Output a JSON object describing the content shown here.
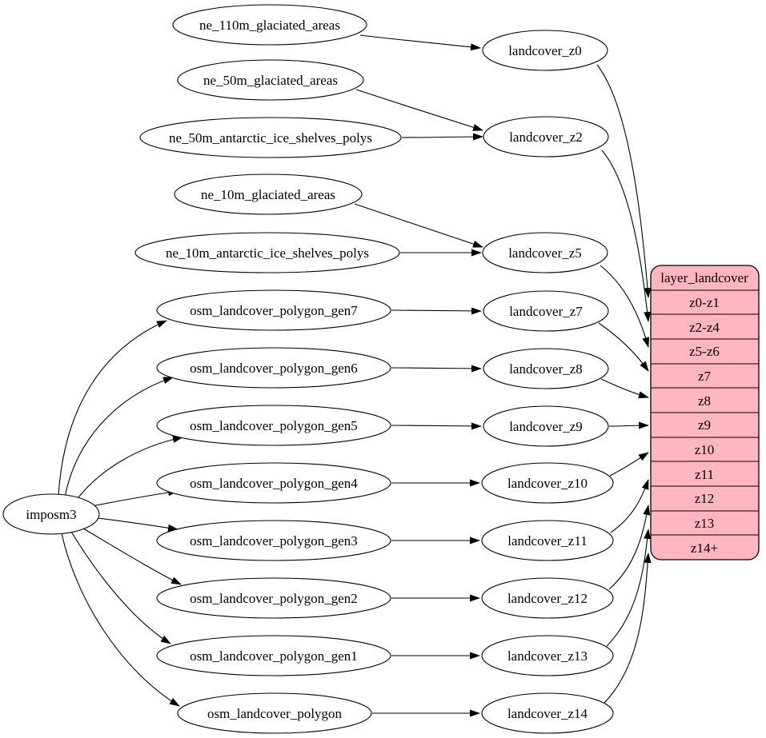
{
  "diagram": {
    "kind": "dataflow-graph",
    "background": "#ffffff",
    "node_fill": "#ffffff",
    "node_stroke": "#000000",
    "edge_color": "#000000"
  },
  "nodes": {
    "imposm3": "imposm3",
    "ne_110m_glaciated_areas": "ne_110m_glaciated_areas",
    "ne_50m_glaciated_areas": "ne_50m_glaciated_areas",
    "ne_50m_antarctic_ice_shelves_polys": "ne_50m_antarctic_ice_shelves_polys",
    "ne_10m_glaciated_areas": "ne_10m_glaciated_areas",
    "ne_10m_antarctic_ice_shelves_polys": "ne_10m_antarctic_ice_shelves_polys",
    "osm_landcover_polygon_gen7": "osm_landcover_polygon_gen7",
    "osm_landcover_polygon_gen6": "osm_landcover_polygon_gen6",
    "osm_landcover_polygon_gen5": "osm_landcover_polygon_gen5",
    "osm_landcover_polygon_gen4": "osm_landcover_polygon_gen4",
    "osm_landcover_polygon_gen3": "osm_landcover_polygon_gen3",
    "osm_landcover_polygon_gen2": "osm_landcover_polygon_gen2",
    "osm_landcover_polygon_gen1": "osm_landcover_polygon_gen1",
    "osm_landcover_polygon": "osm_landcover_polygon",
    "landcover_z0": "landcover_z0",
    "landcover_z2": "landcover_z2",
    "landcover_z5": "landcover_z5",
    "landcover_z7": "landcover_z7",
    "landcover_z8": "landcover_z8",
    "landcover_z9": "landcover_z9",
    "landcover_z10": "landcover_z10",
    "landcover_z11": "landcover_z11",
    "landcover_z12": "landcover_z12",
    "landcover_z13": "landcover_z13",
    "landcover_z14": "landcover_z14"
  },
  "table": {
    "title": "layer_landcover",
    "fill": "#ffb6c1",
    "stroke": "#000000",
    "rows": [
      "z0-z1",
      "z2-z4",
      "z5-z6",
      "z7",
      "z8",
      "z9",
      "z10",
      "z11",
      "z12",
      "z13",
      "z14+"
    ]
  },
  "edges": [
    "imposm3 -> osm_landcover_polygon_gen7",
    "imposm3 -> osm_landcover_polygon_gen6",
    "imposm3 -> osm_landcover_polygon_gen5",
    "imposm3 -> osm_landcover_polygon_gen4",
    "imposm3 -> osm_landcover_polygon_gen3",
    "imposm3 -> osm_landcover_polygon_gen2",
    "imposm3 -> osm_landcover_polygon_gen1",
    "imposm3 -> osm_landcover_polygon",
    "ne_110m_glaciated_areas -> landcover_z0",
    "ne_50m_glaciated_areas -> landcover_z2",
    "ne_50m_antarctic_ice_shelves_polys -> landcover_z2",
    "ne_10m_glaciated_areas -> landcover_z5",
    "ne_10m_antarctic_ice_shelves_polys -> landcover_z5",
    "osm_landcover_polygon_gen7 -> landcover_z7",
    "osm_landcover_polygon_gen6 -> landcover_z8",
    "osm_landcover_polygon_gen5 -> landcover_z9",
    "osm_landcover_polygon_gen4 -> landcover_z10",
    "osm_landcover_polygon_gen3 -> landcover_z11",
    "osm_landcover_polygon_gen2 -> landcover_z12",
    "osm_landcover_polygon_gen1 -> landcover_z13",
    "osm_landcover_polygon -> landcover_z14",
    "landcover_z0 -> layer_landcover:z0-z1",
    "landcover_z2 -> layer_landcover:z2-z4",
    "landcover_z5 -> layer_landcover:z5-z6",
    "landcover_z7 -> layer_landcover:z7",
    "landcover_z8 -> layer_landcover:z8",
    "landcover_z9 -> layer_landcover:z9",
    "landcover_z10 -> layer_landcover:z10",
    "landcover_z11 -> layer_landcover:z11",
    "landcover_z12 -> layer_landcover:z12",
    "landcover_z13 -> layer_landcover:z13",
    "landcover_z14 -> layer_landcover:z14+"
  ]
}
